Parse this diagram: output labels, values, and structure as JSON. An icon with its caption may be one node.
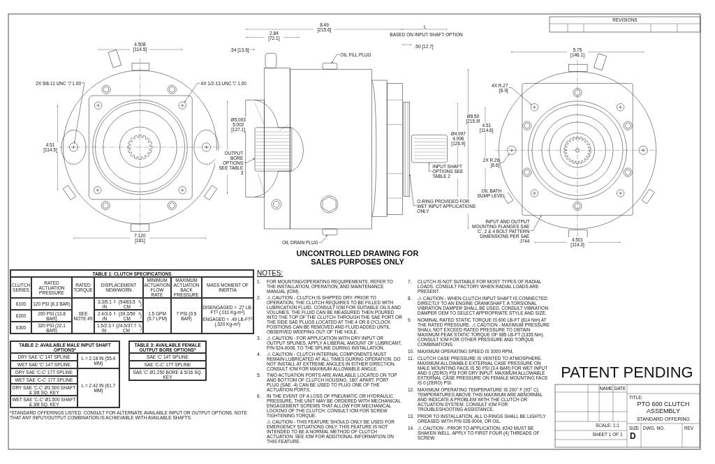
{
  "diagram": {
    "nodes": [
      {
        "text": [
          "2X 5/8-11 UNC ▽ 1.00"
        ]
      },
      {
        "text": [
          "4X 1/2-13 UNC ▽ 1.00"
        ]
      },
      {
        "text": [
          "OUTPUT BORE OPTIONS SEE TABLE 3"
        ]
      },
      {
        "text": [
          "OIL FILL PLUG"
        ]
      },
      {
        "text": [
          "INPUT SHAFT OPTIONS SEE TABLE 2"
        ]
      },
      {
        "text": [
          "O-RING PROVIDED FOR WET INPUT APPLICATIONS ONLY"
        ]
      },
      {
        "text": [
          "OIL DRAIN PLUG"
        ]
      },
      {
        "text": [
          "4X R.27 [6.9]"
        ]
      },
      {
        "text": [
          "2X R.26 [6.6]"
        ]
      },
      {
        "text": [
          "INPUT AND OUTPUT MOUNTING FLANGES SAE 'C', 2 & 4 BOLT PATTERN DIMENSIONS PER SAE J744"
        ]
      },
      {
        "text": [],
        "shape": "circle"
      },
      {
        "text": [],
        "shape": "circle"
      },
      {
        "text": [],
        "shape": "box"
      },
      {
        "text": [],
        "shape": "box"
      },
      {
        "text": [],
        "shape": "box"
      },
      {
        "text": [],
        "shape": "bar"
      },
      {
        "text": [],
        "shape": "box"
      },
      {
        "text": [],
        "shape": "circle",
        "in": 19
      },
      {
        "text": [],
        "shape": "circle"
      },
      {
        "text": [],
        "shape": "box"
      }
    ],
    "edges": [
      {
        "from": 0,
        "to": 10,
        "arrow": "to"
      },
      {
        "from": 1,
        "to": 11,
        "arrow": "to"
      },
      {
        "from": 2,
        "to": 12,
        "arrow": "to"
      },
      {
        "from": 3,
        "to": 13,
        "arrow": "to"
      },
      {
        "from": 4,
        "to": 14,
        "arrow": "to"
      },
      {
        "from": 5,
        "to": 15,
        "arrow": "to"
      },
      {
        "from": 6,
        "to": 16,
        "arrow": "to"
      },
      {
        "from": 7,
        "to": 17,
        "arrow": "to"
      },
      {
        "from": 8,
        "to": 18,
        "arrow": "to"
      },
      {
        "from": 9,
        "to": 19,
        "arrow": "to"
      }
    ],
    "labels": [
      "4.508 [114.5]",
      "4.51 [114.5]",
      "7.120 [181]",
      ".54 [13.6]",
      "2.84 [72.1]",
      "8.49 [215.6]",
      "L",
      "BASED ON INPUT SHAFT OPTION",
      ".50 [12.7]",
      "Ø8.50 [215.9]",
      "Ø4.997 4.996 [126.9]",
      "Ø5.003 5.002 [127.1]",
      "5.75 [146.1]",
      "4.51 [114.6]",
      "4.501 [114.3]",
      "OIL BATH SUMP LEVEL",
      "UNCONTROLLED DRAWING FOR SALES PURPOSES ONLY",
      "TABLE 1: CLUTCH SPECIFICATIONS",
      "CLUTCH SERIES",
      "RATED ACTUATION PRESSURE",
      "RATED TORQUE",
      "DISPLACEMENT NEW/WORN",
      "MINIMUM ACTUATION FLOW RATE",
      "MAXIMUM ACTUATION BACK PRESSURE",
      "MASS MOMENT OF INERTIA",
      "6100",
      "120 PSI (8.3 BAR)",
      "SEE NOTE #9",
      "3.3/5.1 IN$^{3}$ (54/83.5 CM$^{3}$)",
      "1.5 GPM (5.7 LPM)",
      "7 PSI (0.5 BAR)",
      "DISENGAGED = .27 LB-FT$^{2}$ (.011 Kg-m$^{2}$)",
      "ENGAGED = .49 LB-FT$^{2}$ (.020 Kg-m$^{2}$)",
      "6200",
      "200 PSI (13.8 BAR)",
      "2.4/3.6 IN$^{3}$ (39.3/59 CM$^{3}$)",
      "6300",
      "320 PSI (22.1 BAR)",
      "1.5/2.3 IN$^{3}$ (24.5/37.7 CM$^{3}$)",
      "TABLE 2: AVAILABLE MALE INPUT SHAFT OPTIONS*",
      "DRY SAE 'C' 14T SPLINE",
      "L = 2.18 IN (55.4 MM)",
      "WET SAE 'C' 14T SPLINE",
      "DRY SAE 'C-C' 17T SPLINE",
      "L = 2.42 IN (61.7 MM)",
      "WET SAE 'C-C' 17T SPLINE",
      "DRY SAE 'C-C' Ø1.500 SHAFT & 3/8 SQ. KEY",
      "WET SAE 'C-C' Ø1.500 SHAFT & 3/8 SQ. KEY",
      "TABLE 3: AVAILABLE FEMALE OUTPUT BORE OPTIONS*",
      "SAE 'C' 14T SPLINE",
      "SAE 'C-C' 17T SPLINE",
      "SAE 'C' Ø1.250 BORE & 5/16 SQ. KEY",
      "*STANDARD OFFERINGS LISTED. CONSULT FOR ALTERNATE AVAILABLE INPUT OR OUTPUT OPTIONS. NOTE THAT ANY INPUT/OUTPUT COMBINATION IS ACHIEVABLE WITH AVAILABLE SHAFTS.",
      "NOTES:",
      "1.",
      "FOR MOUNTING/OPERATING REQUIREMENTS, REFER TO THE INSTALLATION, OPERATION, AND MAINTENANCE MANUAL (IOM).",
      "2.",
      "⚠ CAUTION - CLUTCH IS SHIPPED DRY. PRIOR TO OPERATION, THE CLUTCH REQUIRES TO BE FILLED WITH LUBRICATION FLUID. CONSULT IOM FOR SUITABLE OILS AND VOLUMES. THE FLUID CAN BE MEASURED THEN POURED INTO THE TOP OF THE CLUTCH THROUGH THE SAE PORT OR THE SIDE SAE PLUGS LOCATED AT THE 4 OR 8 O'CLOCK POSITIONS CAN BE REMOVED AND FLUID ADDED UNTIL OBSERVED WEEPING OUT OF THE HOLE.",
      "3.",
      "⚠ CAUTION - FOR APPLICATION WITH DRY INPUT OR OUTPUT SPLINES, APPLY A LIBERAL AMOUNT OF LUBRICANT, P/N 024-0008, TO THE SPLINE DURING INSTALLATION.",
      "4.",
      "⚠ CAUTION - CLUTCH INTERNAL COMPONENTS MUST REMAIN LUBRICATED AT ALL TIMES DURING OPERATION. DO NOT INSTALL AT EXTREME ANGLES IN EITHER DIRECTION. CONSULT IOM FOR MAXIMUM ALLOWABLE ANGLE.",
      "5.",
      "TWO ACTUATION PORTS ARE AVAILABLE LOCATED ON TOP AND BOTTOM OF CLUTCH HOUSING, 180° APART. PORT PLUG (SAE -4) CAN BE USED TO PLUG ONE OF THE ACTUATION PORTS.",
      "6.",
      "IN THE EVENT OF A LOSS OF PNEUMATIC OR HYDRAULIC PRESSURE, THE UNIT MAY BE ORDERED WITH MECHANICAL ENGAGEMENT SCREWS THAT ALLOW FOR MECHANICAL LOCKING OF THE CLUTCH. CONSULT IOM FOR SCREW TIGHTENING TORQUE.",
      "⚠ CAUTION - THIS FEATURE SHOULD ONLY BE USED FOR EMERGENCY SITUATIONS ONLY. THIS FEATURE IS NOT INTENDED TO BE A NORMAL METHOD OF CLUTCH ACTUATION. SEE IOM FOR ADDITIONAL INFORMATION ON THIS FEATURE.",
      "7.",
      "CLUTCH IS NOT SUITABLE FOR MOST TYPES OF RADIAL LOADS. CONSULT FACTORY WHEN RADIAL LOADS ARE PRESENT.",
      "8.",
      "⚠ CAUTION - WHEN CLUTCH INPUT SHAFT IS CONNECTED DIRECTLY TO AN ENGINE CRANKSHAFT, A TORSIONAL VIBRATION DAMPER SHALL BE USED. CONSULT VIBRATION DAMPER OEM TO SELECT APPROPRIATE STYLE AND SIZE.",
      "9.",
      "NOMINAL RATED STATIC TORQUE IS 600 LB-FT (814 Nm) AT THE RATED PRESSURE. ⚠ CAUTION - MAXIMUM PRESSURE SHALL NOT EXCEED RATED PRESSURE TO OBTAIN MAXIMUM PEAK STATIC TORQUE OF 985 LB-FT (1335 Nm). CONSULT IOM FOR OTHER PRESSURE AND TORQUE COMBINATIONS.",
      "10.",
      "MAXIMUM OPERATING SPEED IS 3000 RPM.",
      "11.",
      "CLUTCH CASE PRESSURE IS VENTED TO ATMOSPHERE. MAXIMUM ALLOWABLE EXTERNAL CASE PRESSURE ON MALE MOUNTING FACE IS 50 PSI (3.4 BAR) FOR WET INPUT AND 0 (ZERO) PSI FOR DRY INPUT. MAXIMUM ALLOWABLE EXTERNAL CASE PRESSURE ON FEMALE MOUNTING FACE IS 0 (ZERO) PSI.",
      "12.",
      "MAXIMUM OPERATING TEMPERATURE IS 200° F (93° C). TEMPERATURES ABOVE THIS MAXIMUM ARE ABNORMAL AND INDICATE A PROBLEM WITH THE CLUTCH OR ACTUATION SYSTEM. CONSULT IOM FOR TROUBLESHOOTING ASSISTANCE.",
      "13.",
      "PRIOR TO INSTALLATION, ALL O-RINGS SHALL BE LIGHTLY GREASED WITH P/N 028-0004, OR OIL.",
      "14.",
      "⚠ CAUTION - PRIOR TO APPLICATION, #242 MUST BE SHAKEN WELL. APPLY TO FIRST FOUR (4) THREADS OF SCREW.",
      "PATENT PENDING",
      "REVISIONS",
      "NAME",
      "DATE",
      "TITLE:",
      "PTO 600 CLUTCH ASSEMBLY",
      "STANDARD OFFERING",
      "SIZE",
      "D",
      "DWG. NO.",
      "REV",
      "SCALE: 1:1",
      "SHEET 1 OF 1"
    ]
  }
}
